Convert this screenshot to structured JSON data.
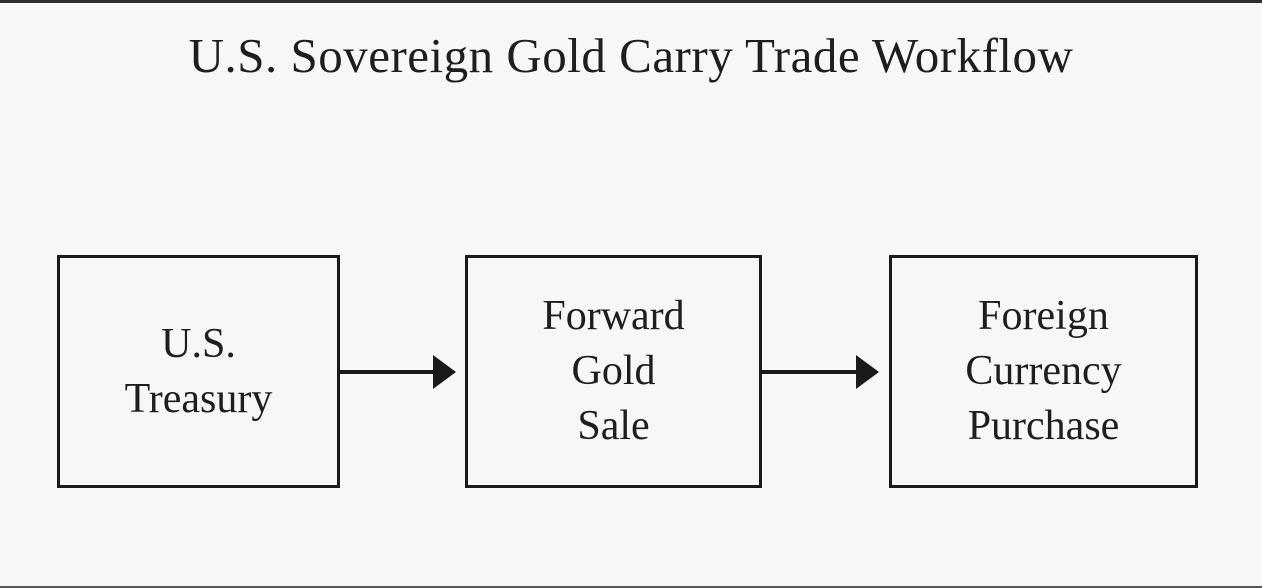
{
  "title": "U.S. Sovereign Gold Carry Trade Workflow",
  "nodes": [
    {
      "id": "us-treasury",
      "label": "U.S.\nTreasury"
    },
    {
      "id": "forward-gold-sale",
      "label": "Forward\nGold\nSale"
    },
    {
      "id": "foreign-currency-purchase",
      "label": "Foreign\nCurrency\nPurchase"
    }
  ],
  "edges": [
    {
      "from": "U.S. Treasury",
      "to": "Forward Gold Sale"
    },
    {
      "from": "Forward Gold Sale",
      "to": "Foreign Currency Purchase"
    }
  ],
  "colors": {
    "background": "#f7f7f7",
    "text": "#1e1e1e",
    "box_border": "#1a1a1a",
    "arrow": "#1a1a1a",
    "frame_top": "#2e2e2e",
    "frame_bottom": "#585858"
  }
}
